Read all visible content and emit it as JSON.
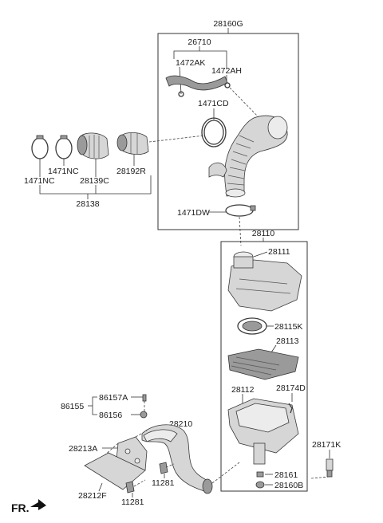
{
  "labels": {
    "assy_hose": "28160G",
    "hose_breather": "26710",
    "clamp_ak": "1472AK",
    "clamp_ah": "1472AH",
    "clamp_cd": "1471CD",
    "clamp_dw": "1471DW",
    "clamp_nc_a": "1471NC",
    "clamp_nc_b": "1471NC",
    "resonator": "28139C",
    "hose_r": "28192R",
    "hose_assy": "28138",
    "cleaner_assy": "28110",
    "cover": "28111",
    "seal": "28115K",
    "element": "28113",
    "body": "28112",
    "sensor_clip": "28174D",
    "sensor": "28171K",
    "bolt_61": "28161",
    "bolt_60b": "28160B",
    "duct": "28210",
    "bracket_a": "28213A",
    "bracket_f": "28212F",
    "bolt_11281_a": "11281",
    "bolt_11281_b": "11281",
    "grommet_group": "86155",
    "grommet_a": "86157A",
    "grommet_56": "86156",
    "front_indicator": "FR."
  }
}
